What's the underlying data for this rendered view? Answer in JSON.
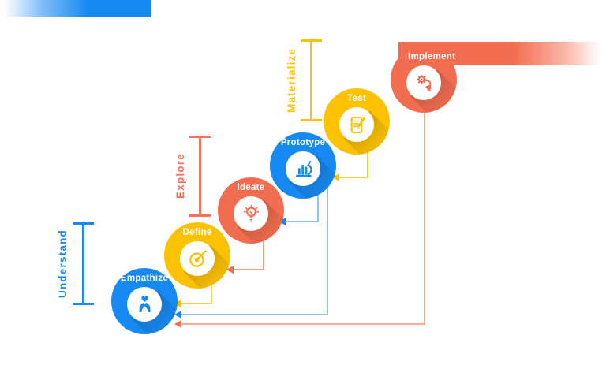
{
  "diagram": "design-thinking-process",
  "palette": {
    "blue": "#1789f2",
    "yellow": "#fcc200",
    "orange": "#f26d4f",
    "blue_line": "#8cc3f8",
    "yellow_line": "#fdd055",
    "salmon_line": "#f9ac98",
    "orange_line": "#f89a82",
    "white": "#ffffff"
  },
  "phases": [
    {
      "label": "Understand",
      "color": "#1789f2",
      "covers": [
        "Empathize",
        "Define"
      ]
    },
    {
      "label": "Explore",
      "color": "#f37258",
      "covers": [
        "Ideate"
      ]
    },
    {
      "label": "Materialize",
      "color": "#fcc200",
      "covers": [
        "Prototype",
        "Test"
      ]
    }
  ],
  "stages": [
    {
      "label": "Empathize",
      "color": "#1789f2",
      "icon": "hands-heart-icon"
    },
    {
      "label": "Define",
      "color": "#fcc200",
      "icon": "target-dart-icon"
    },
    {
      "label": "Ideate",
      "color": "#f26d4f",
      "icon": "lightbulb-icon"
    },
    {
      "label": "Prototype",
      "color": "#1789f2",
      "icon": "prototype-tools-icon"
    },
    {
      "label": "Test",
      "color": "#fcc200",
      "icon": "checklist-pencil-icon"
    },
    {
      "label": "Implement",
      "color": "#f26d4f",
      "icon": "gear-launch-icon"
    }
  ],
  "flow": {
    "entry_ribbon": {
      "into": "Empathize",
      "color": "#1789f2",
      "fade": "left"
    },
    "exit_ribbon": {
      "from": "Implement",
      "color": "#f26d4f",
      "fade": "right"
    }
  },
  "feedback_arrows": [
    {
      "from": "Define",
      "to": "Empathize",
      "color": "#fcc200"
    },
    {
      "from": "Ideate",
      "to": "Define",
      "color": "#f26d4f"
    },
    {
      "from": "Prototype",
      "to": "Ideate",
      "color": "#1789f2"
    },
    {
      "from": "Prototype",
      "to": "Empathize",
      "color": "#1789f2"
    },
    {
      "from": "Test",
      "to": "Prototype",
      "color": "#fcc200"
    },
    {
      "from": "Implement",
      "to": "Empathize",
      "color": "#f26d4f"
    }
  ]
}
